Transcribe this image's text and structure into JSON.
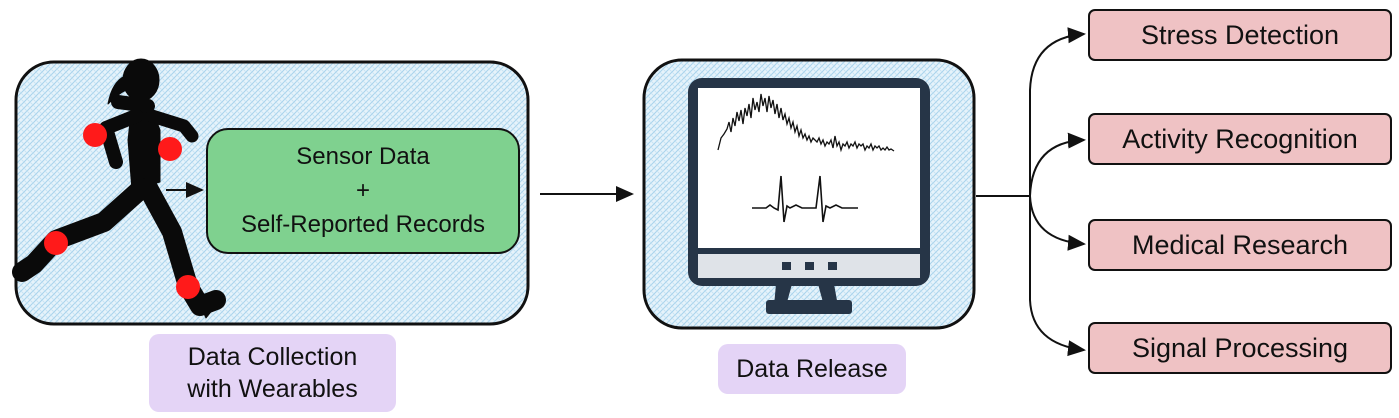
{
  "collection": {
    "sensor_line1": "Sensor Data",
    "sensor_plus": "+",
    "sensor_line2": "Self-Reported Records",
    "caption_line1": "Data Collection",
    "caption_line2": "with Wearables"
  },
  "release": {
    "caption": "Data Release"
  },
  "tasks": [
    {
      "label": "Stress Detection"
    },
    {
      "label": "Activity Recognition"
    },
    {
      "label": "Medical Research"
    },
    {
      "label": "Signal Processing"
    }
  ],
  "icons": {
    "runner": "runner-silhouette-icon",
    "sensor_dot": "sensor-dot-icon",
    "monitor": "computer-monitor-icon"
  },
  "colors": {
    "panel_fill": "#d8ecf7",
    "sensor_box": "#7fd18f",
    "task_box": "#efc2c4",
    "caption_box": "#e4d4f6",
    "sensor_dot": "#ff1a1a",
    "monitor_frame": "#263547"
  }
}
